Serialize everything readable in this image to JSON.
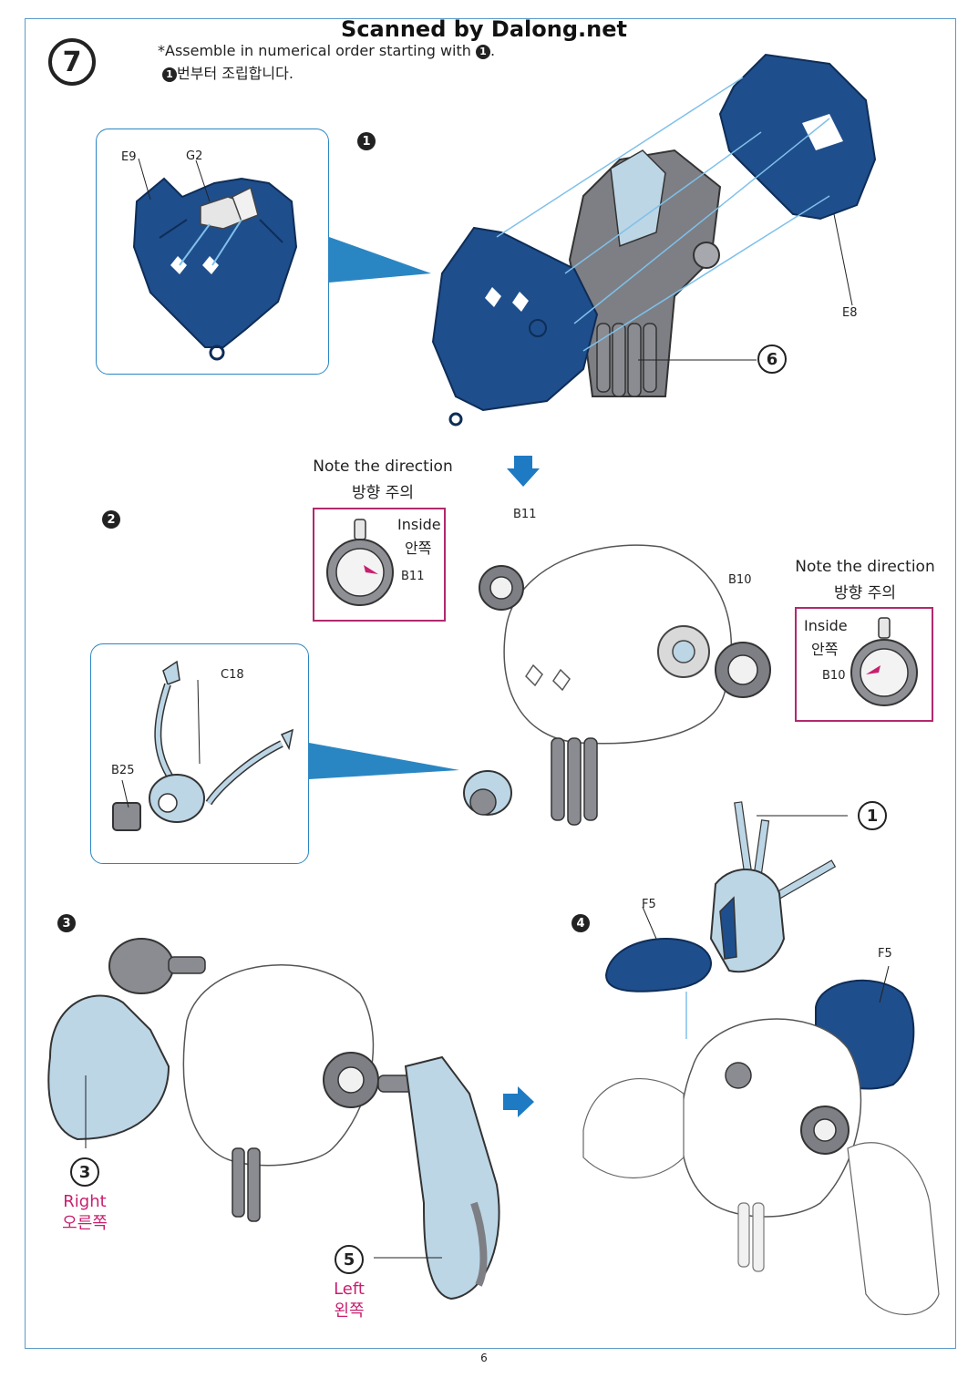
{
  "watermark": "Scanned by Dalong.net",
  "step_number": "7",
  "instructions": {
    "en_prefix": "*Assemble in numerical order starting with ",
    "en_suffix": ".",
    "ko_suffix": "번부터 조립합니다.",
    "start_marker": "1"
  },
  "substeps": {
    "s1": "1",
    "s2": "2",
    "s3": "3",
    "s4": "4"
  },
  "ref_markers": {
    "six": "6",
    "one": "1",
    "three": "3",
    "five": "5"
  },
  "parts": {
    "e9": "E9",
    "g2": "G2",
    "e8": "E8",
    "b11_top": "B11",
    "b11_box": "B11",
    "b10_top": "B10",
    "b10_box": "B10",
    "c18": "C18",
    "b25": "B25",
    "f5_left": "F5",
    "f5_right": "F5"
  },
  "notes": {
    "left": {
      "title_en": "Note the direction",
      "title_ko": "방향 주의",
      "inside_en": "Inside",
      "inside_ko": "안쪽"
    },
    "right": {
      "title_en": "Note the direction",
      "title_ko": "방향 주의",
      "inside_en": "Inside",
      "inside_ko": "안쪽"
    }
  },
  "sides": {
    "right_en": "Right",
    "right_ko": "오른쪽",
    "left_en": "Left",
    "left_ko": "왼쪽"
  },
  "page_number": "6",
  "colors": {
    "frame": "#5a9ac8",
    "part_blue": "#1f4e8c",
    "part_gray": "#7d7f84",
    "light_blue": "#bcd6e6",
    "accent_magenta": "#c81f6e",
    "arrow_blue": "#1e7ac2"
  }
}
